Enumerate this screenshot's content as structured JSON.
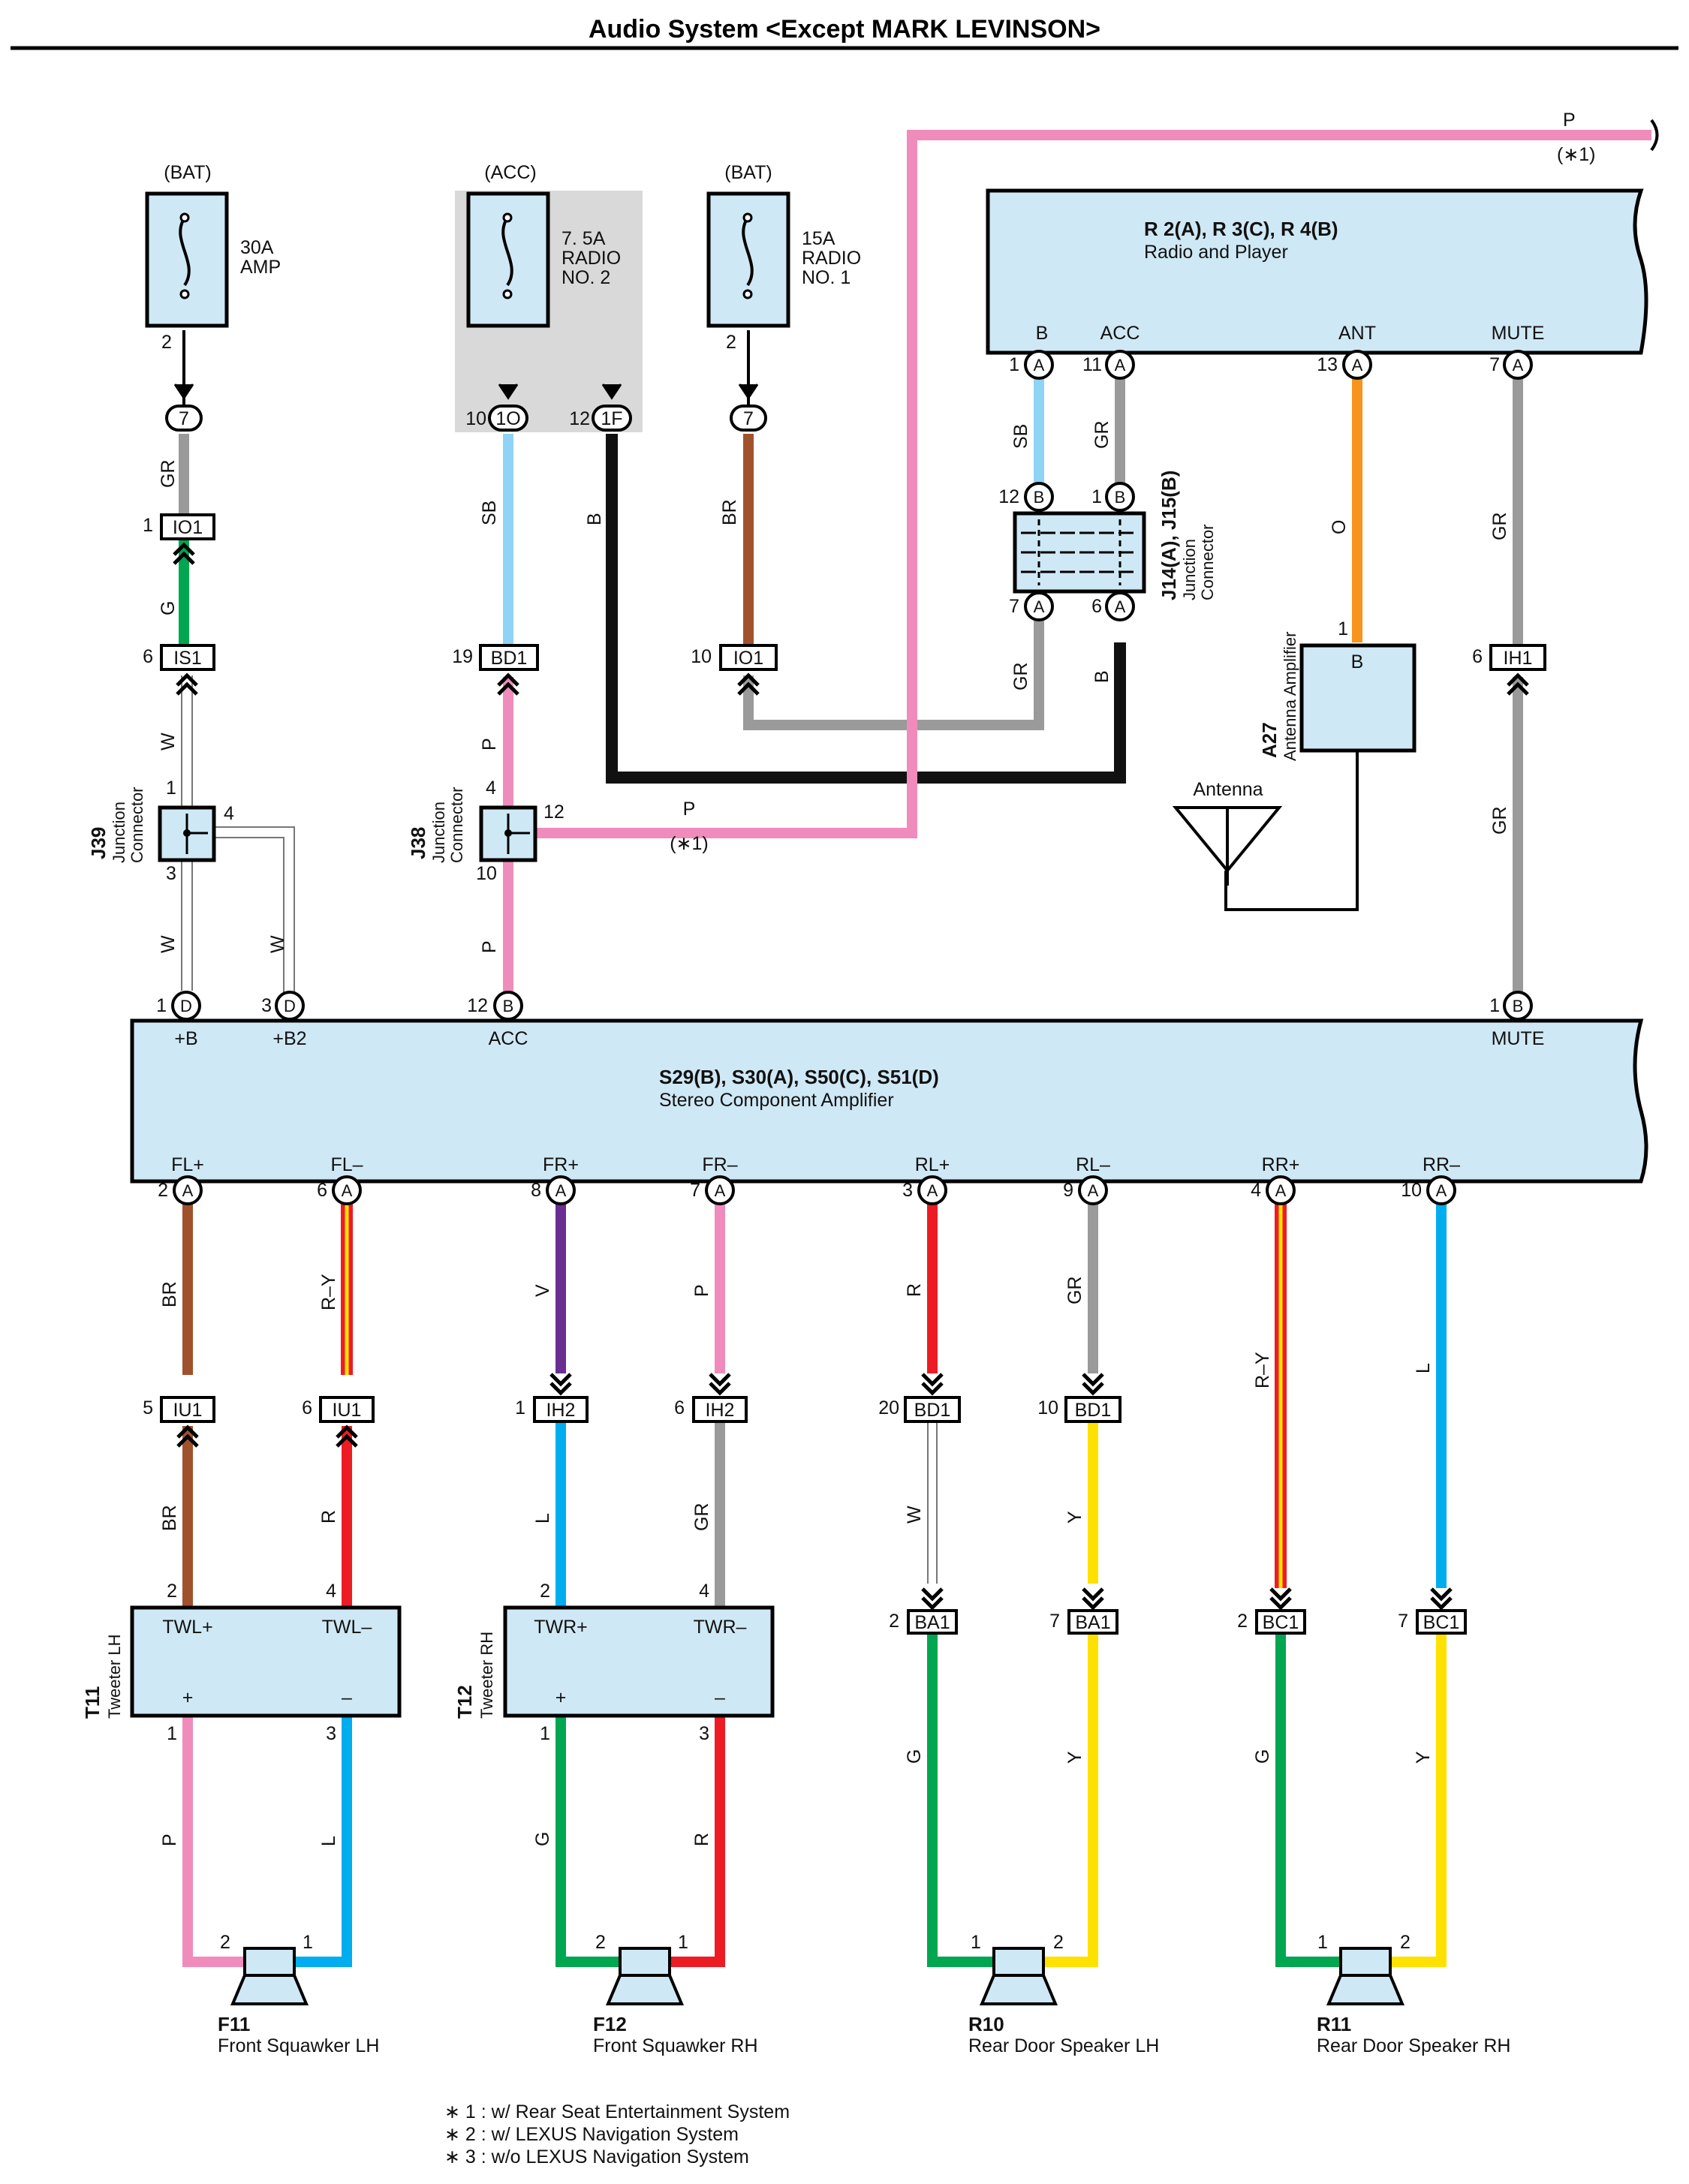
{
  "title": "Audio System <Except MARK LEVINSON>",
  "footnotes": [
    "∗ 1 : w/ Rear Seat Entertainment System",
    "∗ 2 : w/ LEXUS Navigation System",
    "∗ 3 : w/o LEXUS Navigation System"
  ],
  "colors": {
    "GR": "#9a9a9a",
    "G": "#00a650",
    "W": "#ffffff",
    "SB": "#8fd3f5",
    "B": "#111111",
    "BR": "#a0522d",
    "P": "#f08cbc",
    "O": "#f7941d",
    "V": "#6a2d91",
    "L": "#00aeef",
    "R": "#ed1c24",
    "Y": "#ffe100",
    "box_fill": "#cfe8f5",
    "fuse_shade": "#d9d9d9"
  },
  "fuses": [
    {
      "source": "(BAT)",
      "rating": "30A",
      "name": "AMP",
      "pin": "2"
    },
    {
      "source": "(ACC)",
      "rating": "7. 5A",
      "name": "RADIO NO. 2"
    },
    {
      "source": "(BAT)",
      "rating": "15A",
      "name": "RADIO NO. 1",
      "pin": "2"
    }
  ],
  "radio": {
    "code": "R 2(A), R 3(C), R 4(B)",
    "name": "Radio and Player",
    "terminals": [
      {
        "label": "B",
        "pin": "1",
        "conn": "A"
      },
      {
        "label": "ACC",
        "pin": "11",
        "conn": "A"
      },
      {
        "label": "ANT",
        "pin": "13",
        "conn": "A"
      },
      {
        "label": "MUTE",
        "pin": "7",
        "conn": "A"
      }
    ],
    "p_wire": "P",
    "p_note": "(∗1)"
  },
  "amplifier": {
    "code": "S29(B), S30(A), S50(C), S51(D)",
    "name": "Stereo Component Amplifier",
    "top_terminals": [
      {
        "label": "+B",
        "pin": "1",
        "conn": "D"
      },
      {
        "label": "+B2",
        "pin": "3",
        "conn": "D"
      },
      {
        "label": "ACC",
        "pin": "12",
        "conn": "B"
      },
      {
        "label": "MUTE",
        "pin": "1",
        "conn": "B"
      }
    ],
    "bottom_terminals": [
      {
        "label": "FL+",
        "pin": "2",
        "conn": "A"
      },
      {
        "label": "FL–",
        "pin": "6",
        "conn": "A"
      },
      {
        "label": "FR+",
        "pin": "8",
        "conn": "A"
      },
      {
        "label": "FR–",
        "pin": "7",
        "conn": "A"
      },
      {
        "label": "RL+",
        "pin": "3",
        "conn": "A"
      },
      {
        "label": "RL–",
        "pin": "9",
        "conn": "A"
      },
      {
        "label": "RR+",
        "pin": "4",
        "conn": "A"
      },
      {
        "label": "RR–",
        "pin": "10",
        "conn": "A"
      }
    ]
  },
  "junctions": {
    "j39": {
      "code": "J39",
      "name": "Junction Connector",
      "pins": [
        "1",
        "4",
        "3"
      ]
    },
    "j38": {
      "code": "J38",
      "name": "Junction Connector",
      "pins": [
        "4",
        "12",
        "10"
      ]
    },
    "j14": {
      "code": "J14(A), J15(B)",
      "name": "Junction Connector",
      "pins": [
        "12",
        "1",
        "7",
        "6"
      ],
      "conns": [
        "B",
        "B",
        "A",
        "A"
      ]
    }
  },
  "antenna_amp": {
    "code": "A27",
    "name": "Antenna Amplifier",
    "pin": "1",
    "terminal": "B"
  },
  "antenna": {
    "label": "Antenna"
  },
  "connectors": {
    "c7a": "7",
    "c1o": "1O",
    "c1f": "1F",
    "c7b": "7",
    "io1a": "IO1",
    "is1": "IS1",
    "bd1a": "BD1",
    "io1b": "IO1",
    "ih1": "IH1",
    "iu1a": "IU1",
    "iu1b": "IU1",
    "ih2a": "IH2",
    "ih2b": "IH2",
    "bd1b": "BD1",
    "bd1c": "BD1",
    "ba1a": "BA1",
    "ba1b": "BA1",
    "bc1a": "BC1",
    "bc1b": "BC1",
    "pin_io1a": "1",
    "pin_is1": "6",
    "pin_bd1a": "19",
    "pin_io1b": "10",
    "pin_ih1": "6",
    "pin_c1o": "10",
    "pin_c1f": "12",
    "pin_iu1a": "5",
    "pin_iu1b": "6",
    "pin_ih2a": "1",
    "pin_ih2b": "6",
    "pin_bd1b": "20",
    "pin_bd1c": "10",
    "pin_ba1a": "2",
    "pin_ba1b": "7",
    "pin_bc1a": "2",
    "pin_bc1b": "7"
  },
  "tweeters": [
    {
      "code": "T11",
      "name": "Tweeter LH",
      "t1": "TWL+",
      "t2": "TWL–",
      "p1": "2",
      "p2": "4",
      "s1": "+",
      "s2": "–",
      "o1": "1",
      "o2": "3"
    },
    {
      "code": "T12",
      "name": "Tweeter RH",
      "t1": "TWR+",
      "t2": "TWR–",
      "p1": "2",
      "p2": "4",
      "s1": "+",
      "s2": "–",
      "o1": "1",
      "o2": "3"
    }
  ],
  "speakers": [
    {
      "code": "F11",
      "name": "Front Squawker LH",
      "p1": "2",
      "p2": "1"
    },
    {
      "code": "F12",
      "name": "Front Squawker RH",
      "p1": "2",
      "p2": "1"
    },
    {
      "code": "R10",
      "name": "Rear Door Speaker LH",
      "p1": "1",
      "p2": "2"
    },
    {
      "code": "R11",
      "name": "Rear Door Speaker RH",
      "p1": "1",
      "p2": "2"
    }
  ],
  "wire_labels": {
    "w_amp_top": "GR",
    "w_amp_mid": "G",
    "w_j39_in": "W",
    "w_j39_out": "W",
    "w_j39_b2": "W",
    "w_sb": "SB",
    "w_b": "B",
    "w_br": "BR",
    "w_p_bd": "P",
    "w_p_amp": "P",
    "w_j38_p": "P",
    "w_j38_note": "(∗1)",
    "w_rb_sb": "SB",
    "w_racc_gr": "GR",
    "w_j14_gr": "GR",
    "w_j14_b": "B",
    "w_ant_o": "O",
    "w_mute_gr1": "GR",
    "w_mute_gr2": "GR",
    "w_fl1": "BR",
    "w_fl2": "R–Y",
    "w_fr1": "V",
    "w_fr2": "P",
    "w_rl1": "R",
    "w_rl2": "GR",
    "w_rr1": "R–Y",
    "w_rr2": "L",
    "w_tw1a": "BR",
    "w_tw1b": "R",
    "w_tw2a": "L",
    "w_tw2b": "GR",
    "w_rl1b": "W",
    "w_rl2b": "Y",
    "w_sq1a": "P",
    "w_sq1b": "L",
    "w_sq2a": "G",
    "w_sq2b": "R",
    "w_rd1a": "G",
    "w_rd1b": "Y",
    "w_rd2a": "G",
    "w_rd2b": "Y"
  }
}
